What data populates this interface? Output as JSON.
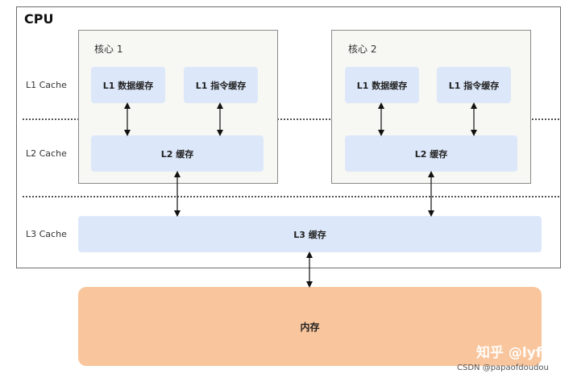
{
  "cpu": {
    "title": "CPU",
    "rows": {
      "l1": "L1 Cache",
      "l2": "L2 Cache",
      "l3": "L3 Cache"
    },
    "core1": {
      "label": "核心 1",
      "l1_data": "L1 数据缓存",
      "l1_inst": "L1 指令缓存",
      "l2": "L2 缓存"
    },
    "core2": {
      "label": "核心 2",
      "l1_data": "L1 数据缓存",
      "l1_inst": "L1 指令缓存",
      "l2": "L2 缓存"
    },
    "l3": "L3 缓存"
  },
  "memory": "内存",
  "watermark": "知乎 @lyf",
  "credit": "CSDN @papaofdoudou",
  "colors": {
    "cache": "#dce8fa",
    "memory": "#f9c59c",
    "core_bg": "#f7f7f3"
  }
}
